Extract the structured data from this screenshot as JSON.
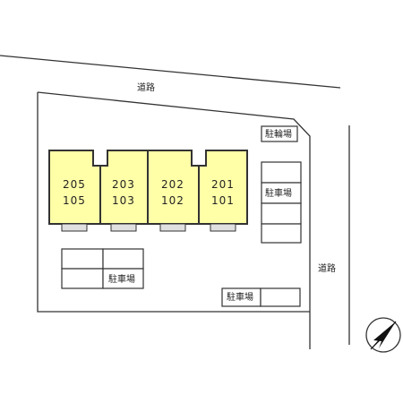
{
  "roads": {
    "top_label": "道路",
    "right_label": "道路"
  },
  "buildings": [
    {
      "upper_room": "205",
      "lower_room": "105"
    },
    {
      "upper_room": "203",
      "lower_room": "103"
    },
    {
      "upper_room": "202",
      "lower_room": "102"
    },
    {
      "upper_room": "201",
      "lower_room": "101"
    }
  ],
  "areas": {
    "bicycle_parking": "駐輪場",
    "parking_right": "駐車場",
    "parking_left": "駐車場",
    "parking_bottom": "駐車場"
  },
  "colors": {
    "building_fill": "#ffffa8",
    "building_stroke": "#333333",
    "line": "#333333",
    "step_fill": "#e0e0e0"
  },
  "icons": {
    "compass": "north-arrow-icon"
  }
}
